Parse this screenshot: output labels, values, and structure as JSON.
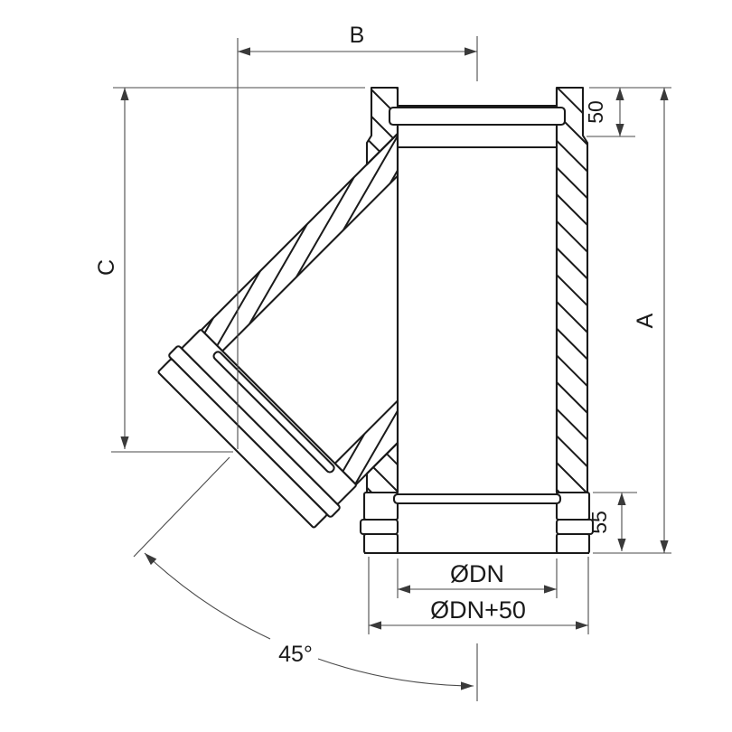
{
  "drawing": {
    "type": "technical-section-drawing",
    "subject": "45-degree tee flue pipe fitting, double-wall, sectional view",
    "colors": {
      "outline": "#1a1a1a",
      "dimension_line": "#4a4a4a",
      "background": "#ffffff"
    },
    "dimensions": {
      "branch_horizontal_offset": "B",
      "branch_vertical_offset": "C",
      "total_height": "A",
      "socket_depth": "50",
      "spigot_height": "55",
      "inner_diameter": "ØDN",
      "outer_diameter": "ØDN+50",
      "branch_angle": "45°"
    }
  }
}
